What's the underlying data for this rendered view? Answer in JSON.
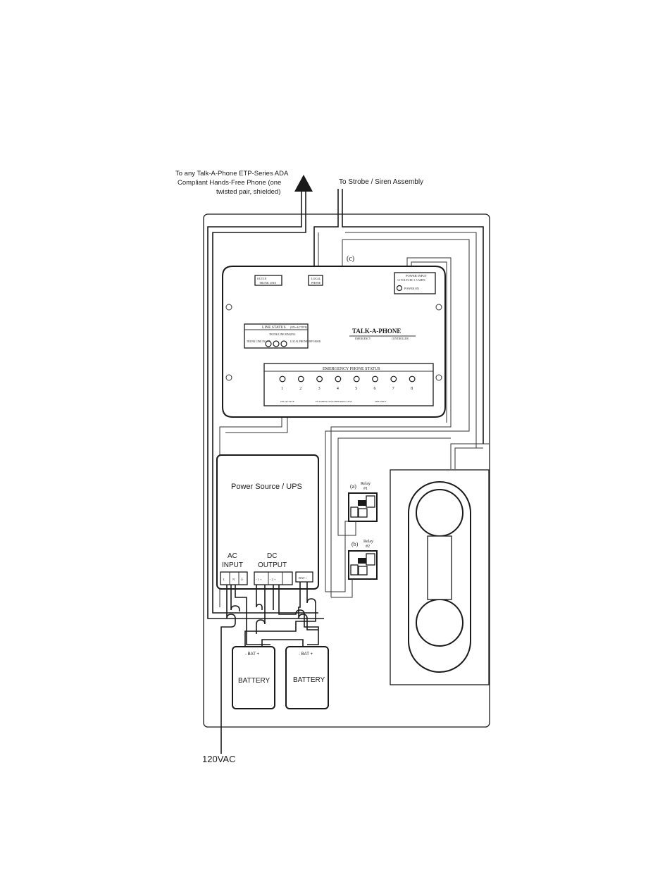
{
  "labels": {
    "phone_cable": [
      "To any Talk-A-Phone ETP-Series ADA",
      "Compliant Hands-Free Phone (one",
      "twisted pair, shielded)"
    ],
    "strobe": "To Strobe / Siren Assembly",
    "ac_in": "120VAC",
    "c_marker": "(c)"
  },
  "controller": {
    "brand": "TALK-A-PHONE",
    "brand_sub_left": "EMERGENCY",
    "brand_sub_right": "CONTROLLER",
    "line_status_title": "LINE STATUS",
    "line_status_sub": "(ON=ACTIVE)",
    "line_status_labels": [
      "TRUNK LINE IN USE",
      "TRUNK LINE RINGING",
      "LOCAL PHONE OFF HOOK"
    ],
    "eps_title": "EMERGENCY PHONE STATUS",
    "eps_numbers": [
      "1",
      "2",
      "3",
      "4",
      "5",
      "6",
      "7",
      "8"
    ],
    "eps_footer": [
      "ON=ACTIVE",
      "FLASHING=ENGINEERING TEST",
      "OFF=IDLE"
    ],
    "power_title": "POWER INPUT",
    "power_sub": "12 VOLTS DC 1.5 AMPS",
    "power_led": "POWER ON",
    "small_box_1": [
      "OUT   IN",
      "TRUNK LINE"
    ],
    "small_box_2": [
      "LOCAL",
      "PHONE"
    ]
  },
  "ups": {
    "title": "Power Source / UPS",
    "ac_label": [
      "AC",
      "INPUT"
    ],
    "dc_label": [
      "DC",
      "OUTPUT"
    ],
    "ac_terms": [
      "L",
      "N",
      "⏚"
    ],
    "dc_terms_1": "- 1 +",
    "dc_terms_2": "- 2 +",
    "bat_term": "BAT +"
  },
  "relays": [
    {
      "marker": "(a)",
      "label": [
        "Relay",
        "#1"
      ]
    },
    {
      "marker": "(b)",
      "label": [
        "Relay",
        "#2"
      ]
    }
  ],
  "batteries": [
    {
      "terminals": "- BAT +",
      "label": "BATTERY"
    },
    {
      "terminals": "- BAT +",
      "label": "BATTERY"
    }
  ]
}
